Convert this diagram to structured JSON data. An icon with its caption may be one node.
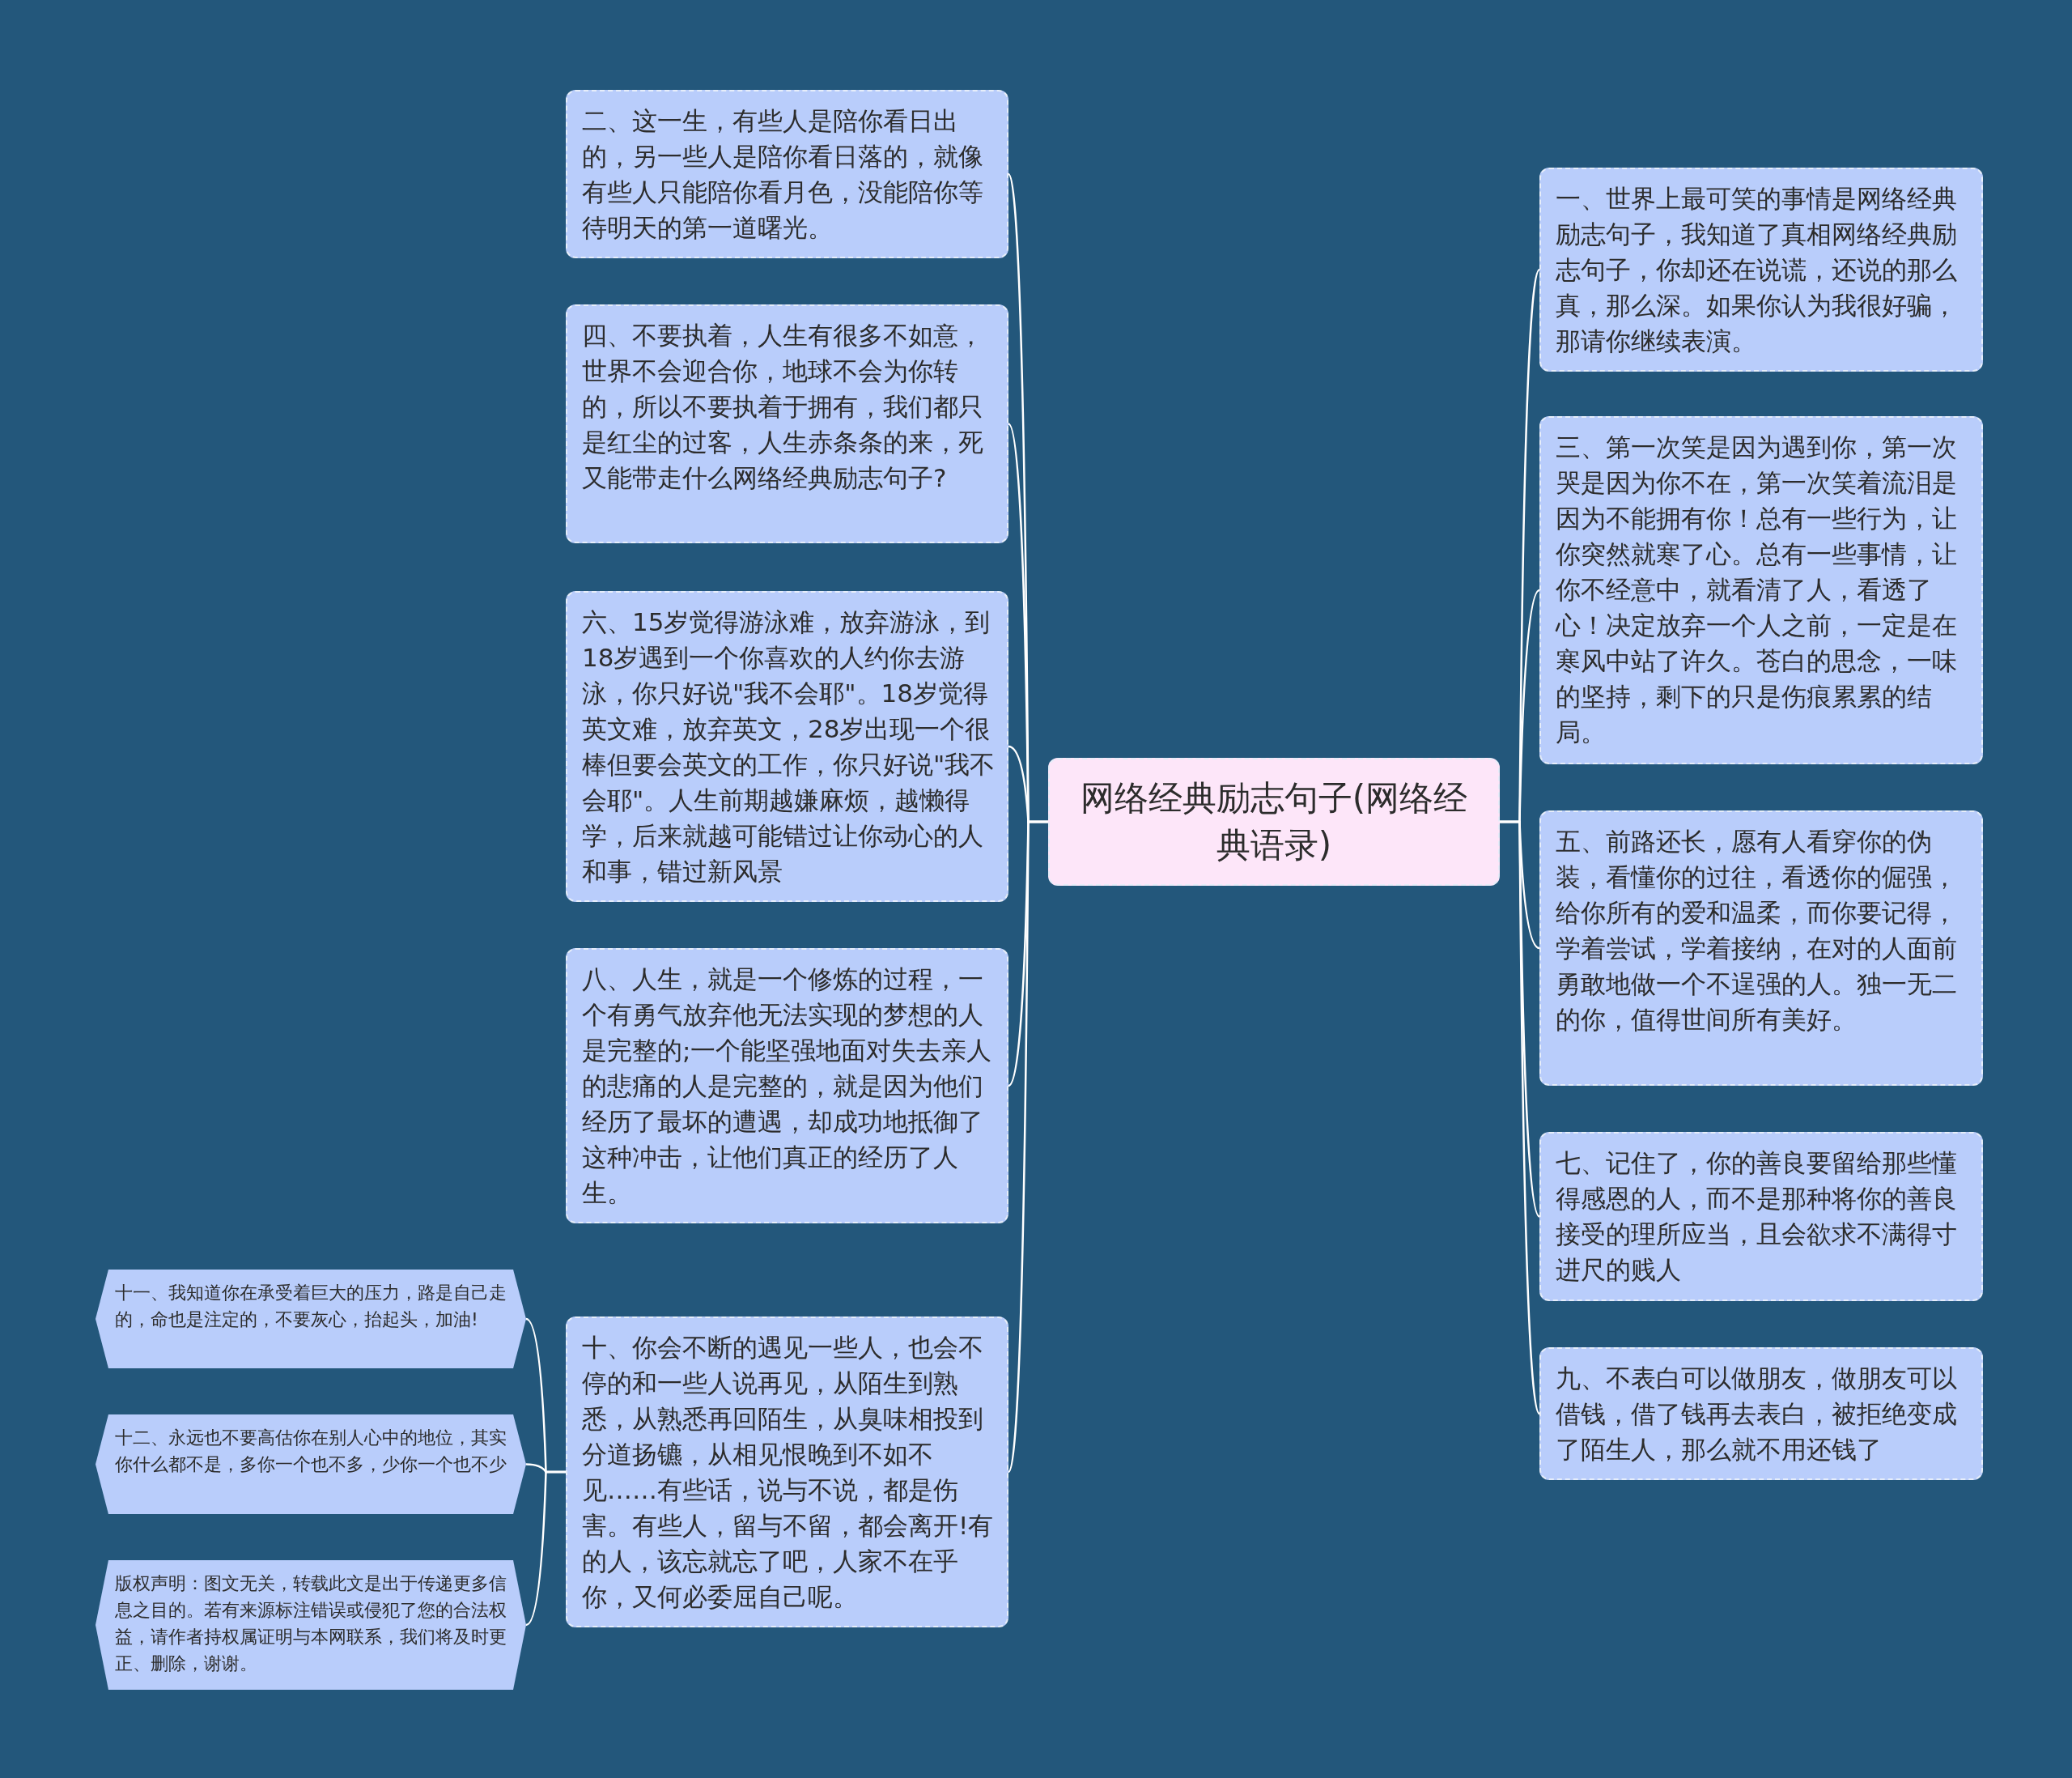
{
  "diagram": {
    "nodes": [
      {
        "text": [
          "网络经典励志句子(网络经典语录)"
        ]
      },
      {
        "text": [
          "二、这一生，有些人是陪你看日出的，另一些人是陪你看日落的，就像有些人只能陪你看月色，没能陪你等待明天的第一道曙光。"
        ]
      },
      {
        "text": [
          "四、不要执着，人生有很多不如意，世界不会迎合你，地球不会为你转的，所以不要执着于拥有，我们都只是红尘的过客，人生赤条条的来，死又能带走什么网络经典励志句子?"
        ]
      },
      {
        "text": [
          "六、15岁觉得游泳难，放弃游泳，到18岁遇到一个你喜欢的人约你去游泳，你只好说\"我不会耶\"。18岁觉得英文难，放弃英文，28岁出现一个很棒但要会英文的工作，你只好说\"我不会耶\"。人生前期越嫌麻烦，越懒得学，后来就越可能错过让你动心的人和事，错过新风景"
        ]
      },
      {
        "text": [
          "八、人生，就是一个修炼的过程，一个有勇气放弃他无法实现的梦想的人是完整的;一个能坚强地面对失去亲人的悲痛的人是完整的，就是因为他们经历了最坏的遭遇，却成功地抵御了这种冲击，让他们真正的经历了人生。"
        ]
      },
      {
        "text": [
          "十、你会不断的遇见一些人，也会不停的和一些人说再见，从陌生到熟悉，从熟悉再回陌生，从臭味相投到分道扬镳，从相见恨晚到不如不见……有些话，说与不说，都是伤害。有些人，留与不留，都会离开!有的人，该忘就忘了吧，人家不在乎你，又何必委屈自己呢。"
        ]
      },
      {
        "text": [
          "十一、我知道你在承受着巨大的压力，路是自己走的，命也是注定的，不要灰心，抬起头，加油!"
        ]
      },
      {
        "text": [
          "十二、永远也不要高估你在别人心中的地位，其实你什么都不是，多你一个也不多，少你一个也不少"
        ]
      },
      {
        "text": [
          "版权声明：图文无关，转载此文是出于传递更多信息之目的。若有来源标注错误或侵犯了您的合法权益，请作者持权属证明与本网联系，我们将及时更正、删除，谢谢。"
        ]
      },
      {
        "text": [
          "一、世界上最可笑的事情是网络经典励志句子，我知道了真相网络经典励志句子，你却还在说谎，还说的那么真，那么深。如果你认为我很好骗，那请你继续表演。"
        ]
      },
      {
        "text": [
          "三、第一次笑是因为遇到你，第一次哭是因为你不在，第一次笑着流泪是因为不能拥有你！总有一些行为，让你突然就寒了心。总有一些事情，让你不经意中，就看清了人，看透了心！决定放弃一个人之前，一定是在寒风中站了许久。苍白的思念，一味的坚持，剩下的只是伤痕累累的结局。"
        ]
      },
      {
        "text": [
          "五、前路还长，愿有人看穿你的伪装，看懂你的过往，看透你的倔强，给你所有的爱和温柔，而你要记得，学着尝试，学着接纳，在对的人面前勇敢地做一个不逞强的人。独一无二的你，值得世间所有美好。"
        ]
      },
      {
        "text": [
          "七、记住了，你的善良要留给那些懂得感恩的人，而不是那种将你的善良接受的理所应当，且会欲求不满得寸进尺的贱人"
        ]
      },
      {
        "text": [
          "九、不表白可以做朋友，做朋友可以借钱，借了钱再去表白，被拒绝变成了陌生人，那么就不用还钱了"
        ]
      }
    ],
    "edges": [
      {
        "from": 0,
        "to": 1,
        "arrow": "none"
      },
      {
        "from": 0,
        "to": 2,
        "arrow": "none"
      },
      {
        "from": 0,
        "to": 3,
        "arrow": "none"
      },
      {
        "from": 0,
        "to": 4,
        "arrow": "none"
      },
      {
        "from": 0,
        "to": 5,
        "arrow": "none"
      },
      {
        "from": 5,
        "to": 6,
        "arrow": "none"
      },
      {
        "from": 5,
        "to": 7,
        "arrow": "none"
      },
      {
        "from": 5,
        "to": 8,
        "arrow": "none"
      },
      {
        "from": 0,
        "to": 9,
        "arrow": "none"
      },
      {
        "from": 0,
        "to": 10,
        "arrow": "none"
      },
      {
        "from": 0,
        "to": 11,
        "arrow": "none"
      },
      {
        "from": 0,
        "to": 12,
        "arrow": "none"
      },
      {
        "from": 0,
        "to": 13,
        "arrow": "none"
      }
    ]
  }
}
